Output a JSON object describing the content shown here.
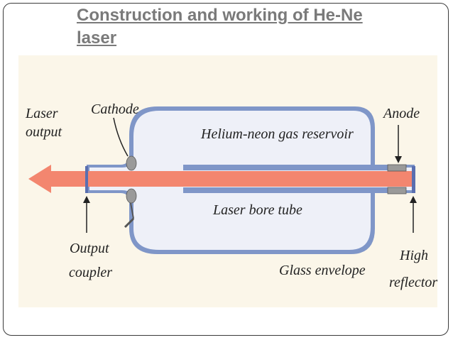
{
  "title_line1": "Construction and working of He-Ne",
  "title_line2": "laser",
  "labels": {
    "laser_line1": "Laser",
    "laser_line2": "output",
    "cathode": "Cathode",
    "reservoir": "Helium-neon gas reservoir",
    "anode": "Anode",
    "bore": "Laser bore tube",
    "output_line1": "Output",
    "output_line2": "coupler",
    "glass": "Glass envelope",
    "high_line1": "High",
    "high_line2": "reflector"
  },
  "colors": {
    "panel_bg": "#fbf6e9",
    "glass_outer": "#7f96c8",
    "glass_inner": "#eef0f8",
    "beam": "#f3866f",
    "electrode": "#9a9a9a",
    "title": "#7a7a7a"
  }
}
